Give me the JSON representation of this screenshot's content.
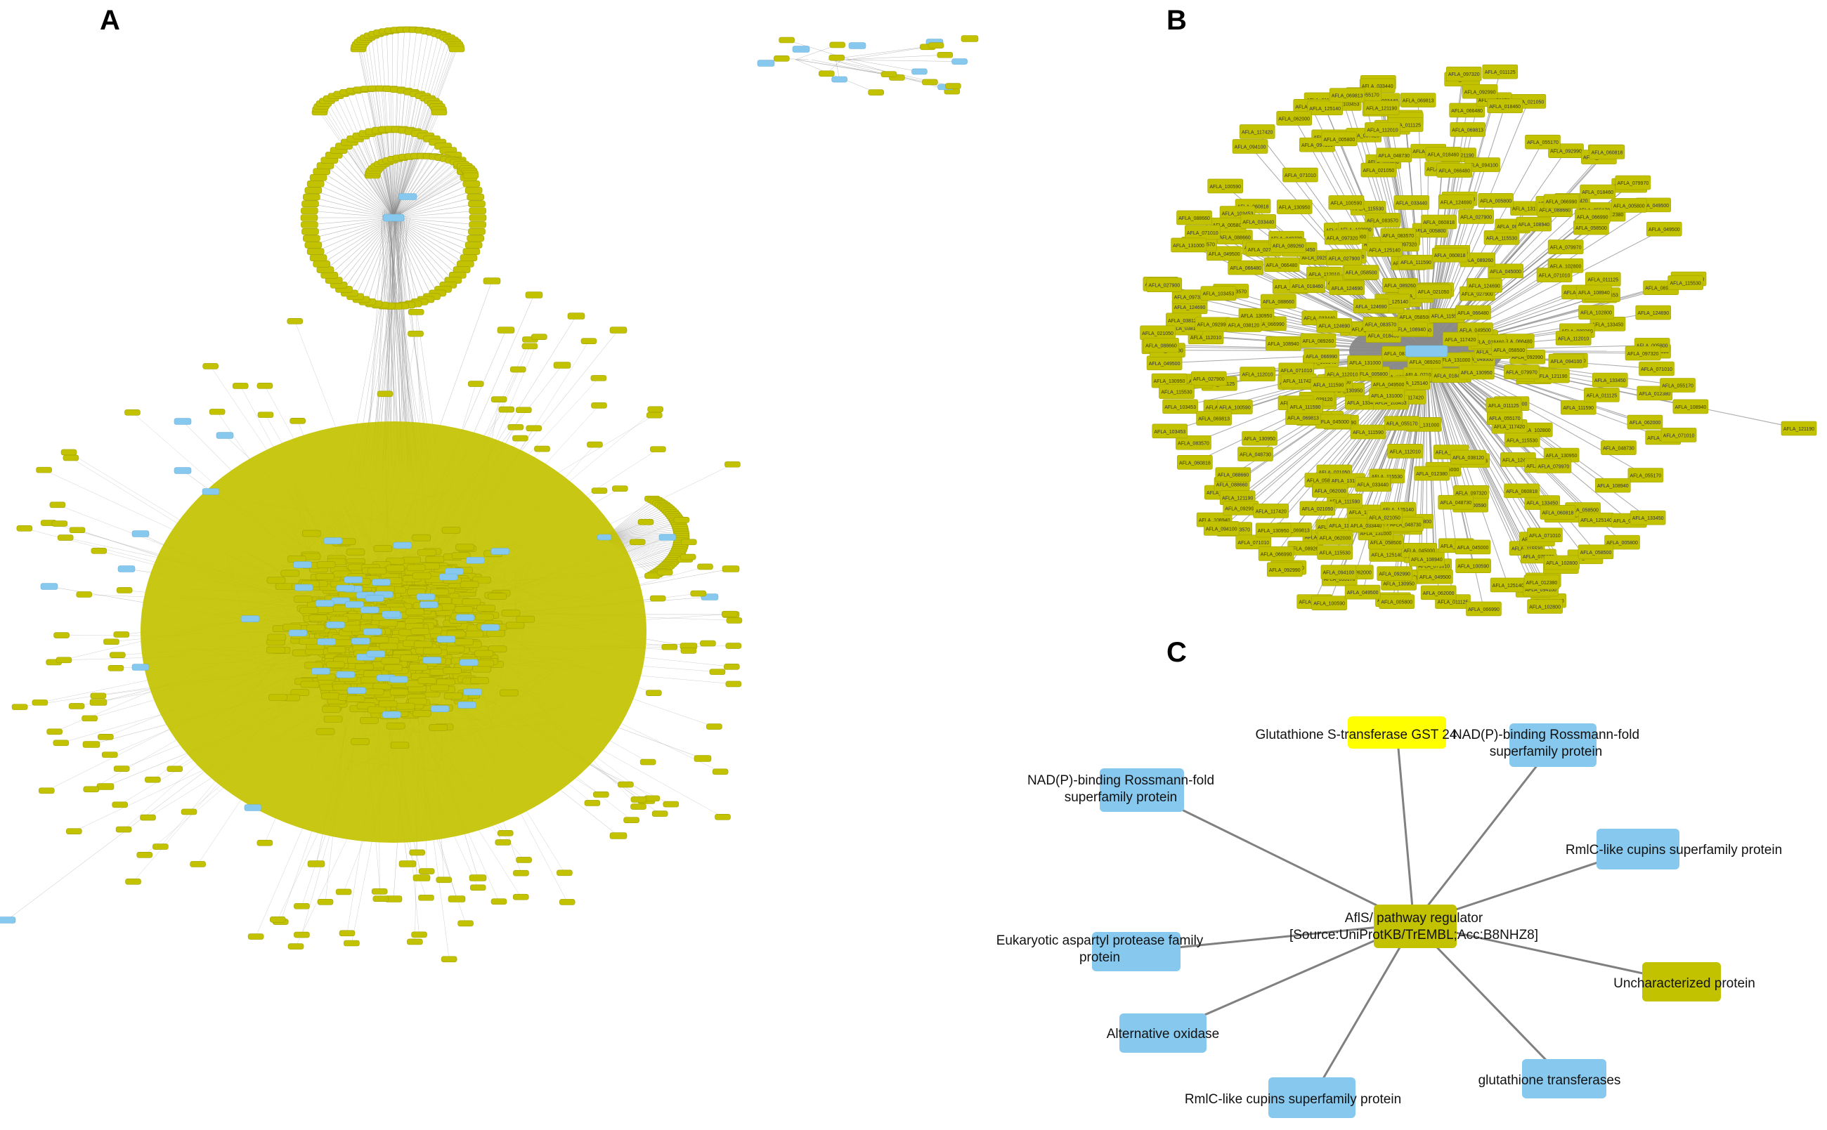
{
  "colors": {
    "gene_node": "#c2c200",
    "gene_node_edge": "#a3a300",
    "regulator_node": "#87c9ee",
    "highlight_node": "#ffff00",
    "edge": "#8a8a8a",
    "dense_edge": "#7a7a7a"
  },
  "panels": {
    "a": {
      "label": "A"
    },
    "b": {
      "label": "B",
      "hub_label": "",
      "node_label_prefix": "AFLA_",
      "sample_ids": [
        "011125",
        "103453",
        "005800",
        "069813",
        "115530",
        "092990",
        "060818",
        "130950",
        "100590",
        "071010",
        "049500",
        "066480",
        "124690",
        "062000",
        "108940",
        "121190",
        "045000",
        "083570",
        "055170",
        "112010",
        "133450",
        "038120",
        "094100",
        "021050",
        "117420",
        "058500",
        "089260",
        "027900",
        "102800",
        "079970",
        "131000",
        "048730",
        "018460",
        "097320",
        "066990",
        "125140",
        "033440",
        "088660",
        "012380",
        "111590"
      ]
    },
    "c": {
      "label": "C",
      "center": {
        "text1": "AflS/ pathway regulator",
        "text2": "[Source:UniProtKB/TrEMBL;Acc:B8NHZ8]"
      },
      "nodes": [
        {
          "id": "gst24",
          "lines": [
            "Glutathione S-transferase GST 24"
          ],
          "kind": "highlight"
        },
        {
          "id": "nadp-right",
          "lines": [
            "NAD(P)-binding Rossmann-fold",
            "superfamily protein"
          ],
          "kind": "regulator"
        },
        {
          "id": "nadp-left",
          "lines": [
            "NAD(P)-binding Rossmann-fold",
            "superfamily protein"
          ],
          "kind": "regulator"
        },
        {
          "id": "rmlc-right",
          "lines": [
            "RmlC-like cupins superfamily protein"
          ],
          "kind": "regulator"
        },
        {
          "id": "aspartyl",
          "lines": [
            "Eukaryotic aspartyl protease family",
            "protein"
          ],
          "kind": "regulator"
        },
        {
          "id": "uncharacterized",
          "lines": [
            "Uncharacterized protein"
          ],
          "kind": "gene"
        },
        {
          "id": "alt-oxidase",
          "lines": [
            "Alternative oxidase"
          ],
          "kind": "regulator"
        },
        {
          "id": "rmlc-bottom",
          "lines": [
            "RmlC-like cupins superfamily protein"
          ],
          "kind": "regulator"
        },
        {
          "id": "glut-transferases",
          "lines": [
            "glutathione transferases"
          ],
          "kind": "regulator"
        }
      ]
    }
  }
}
